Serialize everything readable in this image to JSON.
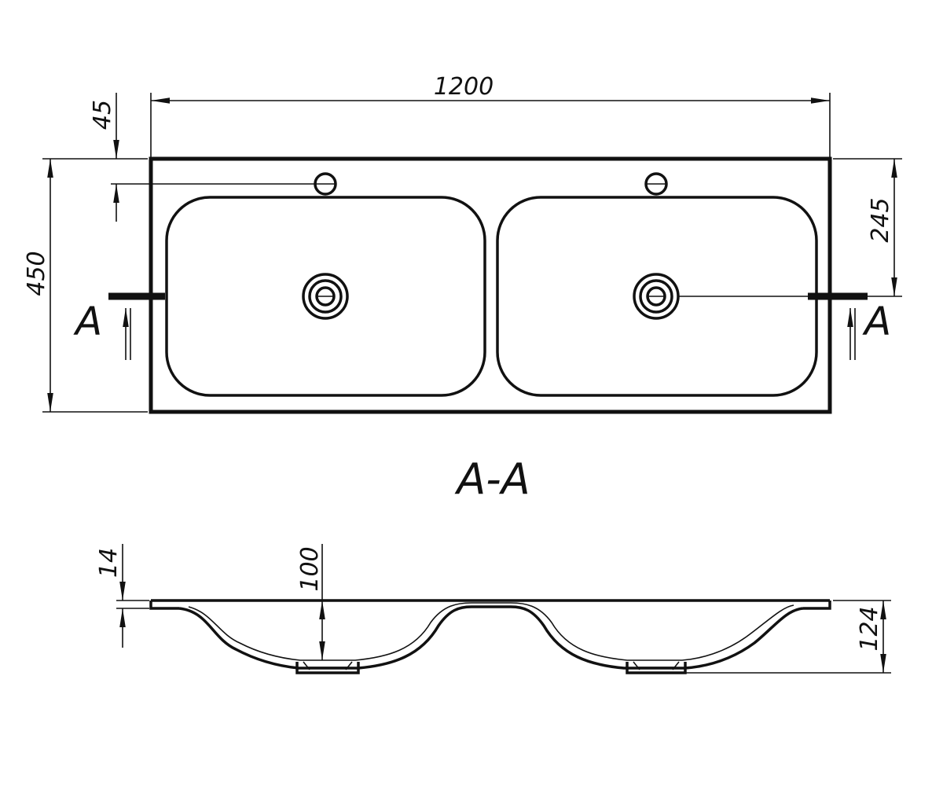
{
  "drawing": {
    "dimensions": {
      "overall_width": "1200",
      "overall_depth": "450",
      "tap_hole_offset": "45",
      "drain_offset": "245",
      "rim_thickness": "14",
      "bowl_depth": "100",
      "overall_height": "124"
    },
    "section_marks": {
      "left": "A",
      "right": "A"
    },
    "section_title": "A-A"
  }
}
